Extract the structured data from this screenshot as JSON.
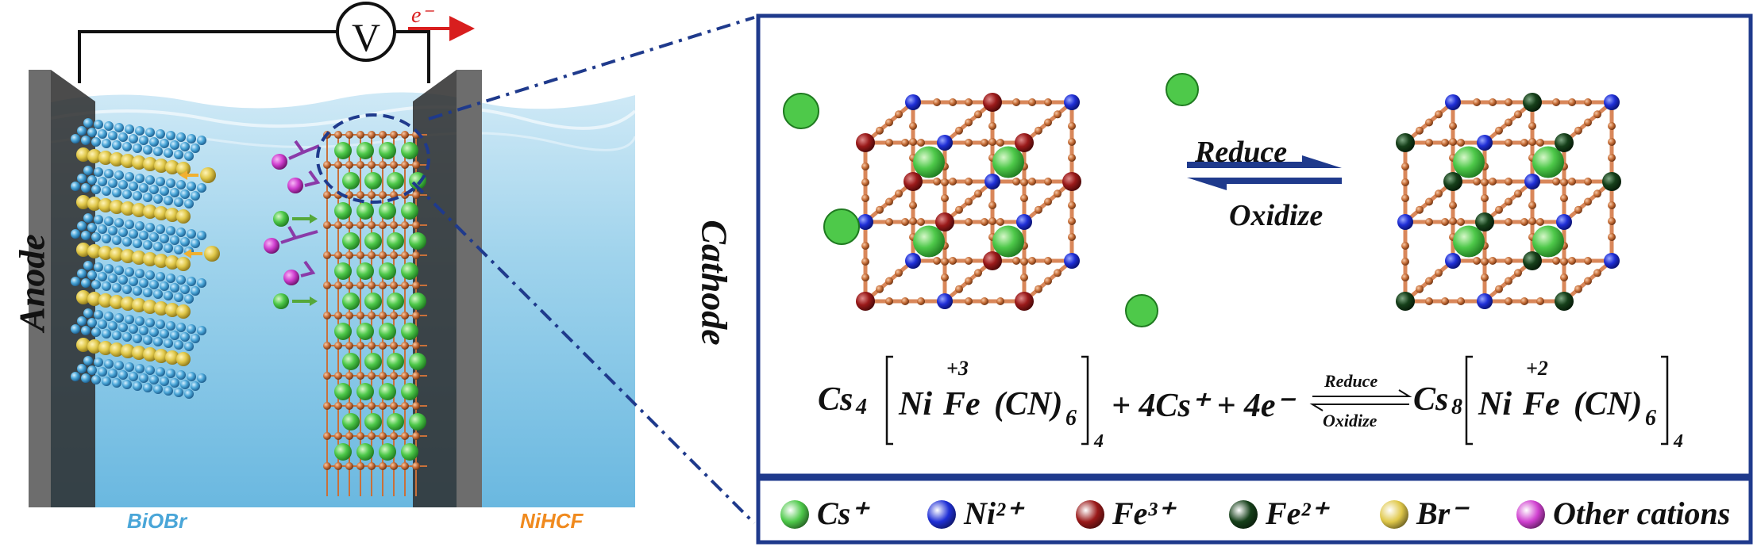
{
  "electrode_labels": {
    "anode": "Anode",
    "cathode": "Cathode"
  },
  "material_labels": {
    "anode_material": "BiOBr",
    "cathode_material": "NiHCF"
  },
  "circuit": {
    "voltmeter": "V",
    "electron": "e⁻"
  },
  "reaction_arrows": {
    "forward": "Reduce",
    "reverse": "Oxidize"
  },
  "equation": {
    "reactant": "Cs",
    "reactant_sub": "4",
    "ni": "Ni",
    "fe": "Fe",
    "fe_ox_left": "+3",
    "cn": "(CN)",
    "cn_sub": "6",
    "bracket_sub": "4",
    "added_ions": "+ 4Cs⁺ + 4e⁻",
    "arrow_top": "Reduce",
    "arrow_bottom": "Oxidize",
    "product": "Cs",
    "product_sub": "8",
    "fe_ox_right": "+2"
  },
  "legend": [
    {
      "label": "Cs⁺",
      "color": "#4ec94a"
    },
    {
      "label": "Ni²⁺",
      "color": "#1f2fd6"
    },
    {
      "label": "Fe³⁺",
      "color": "#9a1a1a"
    },
    {
      "label": "Fe²⁺",
      "color": "#16401a"
    },
    {
      "label": "Br⁻",
      "color": "#e0c84a"
    },
    {
      "label": "Other cations",
      "color": "#d040d0"
    }
  ],
  "colors": {
    "frame": "#1f3a8c",
    "lattice_bond": "#d9875a",
    "water": "#9fd3ec",
    "anode_crystal": "#4aa6d8",
    "arrow_purple": "#8a3aa8",
    "arrow_green": "#55a83a",
    "arrow_orange": "#f0b030"
  }
}
